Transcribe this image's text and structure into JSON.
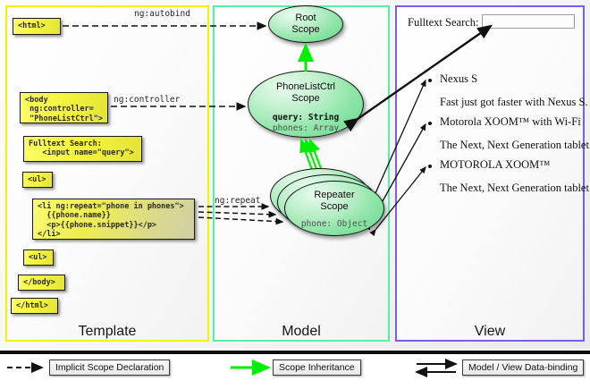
{
  "diagram": {
    "columns": [
      {
        "key": "template",
        "label": "Template",
        "border_color": "#f2f206"
      },
      {
        "key": "model",
        "label": "Model",
        "border_color": "#55f2a6"
      },
      {
        "key": "view",
        "label": "View",
        "border_color": "#7b5cf0"
      }
    ]
  },
  "template": {
    "boxes": [
      {
        "name": "html-open",
        "text": "<html>"
      },
      {
        "name": "body-open",
        "text": "<body\n ng:controller=\n \"PhoneListCtrl\">"
      },
      {
        "name": "fulltext-search",
        "text": "Fulltext Search:\n   <input name=\"query\">"
      },
      {
        "name": "ul-open",
        "text": "<ul>"
      },
      {
        "name": "li-repeat",
        "text": "<li ng:repeat=\"phone in phones\">\n  {{phone.name}}\n  <p>{{phone.snippet}}</p>\n</li>"
      },
      {
        "name": "ul-close",
        "text": "<ul>"
      },
      {
        "name": "body-close",
        "text": "</body>"
      },
      {
        "name": "html-close",
        "text": "</html>"
      }
    ]
  },
  "connectors": {
    "autobind": "ng:autobind",
    "controller": "ng:controller",
    "repeat": "ng:repeat"
  },
  "model": {
    "scopes": [
      {
        "name": "root-scope",
        "title_line1": "Root",
        "title_line2": "Scope",
        "props": []
      },
      {
        "name": "phonelistctrl-scope",
        "title_line1": "PhoneListCtrl",
        "title_line2": "Scope",
        "props": [
          {
            "text": "query: String",
            "emphasis": "strong"
          },
          {
            "text": "phones: Array",
            "emphasis": "dim"
          }
        ]
      },
      {
        "name": "repeater-scope",
        "title_line1": "Repeater",
        "title_line2": "Scope",
        "props": [
          {
            "text": "phone: Object",
            "emphasis": "dim"
          }
        ]
      }
    ]
  },
  "view": {
    "search_label": "Fulltext Search:",
    "search_value": "",
    "items": [
      {
        "title": "Nexus S",
        "snippet": "Fast just got faster with Nexus S."
      },
      {
        "title": "Motorola XOOM™  with Wi-Fi",
        "snippet": "The Next, Next Generation tablet."
      },
      {
        "title": "MOTOROLA XOOM™",
        "snippet": "The Next, Next Generation tablet."
      }
    ]
  },
  "legend": {
    "items": [
      {
        "name": "implicit-scope-declaration",
        "label": "Implicit Scope Declaration",
        "arrow": "dashed",
        "color": "#111111"
      },
      {
        "name": "scope-inheritance",
        "label": "Scope Inheritance",
        "arrow": "solid",
        "color": "#00ee00"
      },
      {
        "name": "model-view-data-binding",
        "label": "Model / View Data-binding",
        "arrow": "double",
        "color": "#111111"
      }
    ]
  },
  "colors": {
    "template_border": "#f2f206",
    "model_border": "#55f2a6",
    "view_border": "#7b5cf0",
    "scope_green": "#8fe5a8",
    "inheritance_green": "#00ee00",
    "code_yellow": "#f6f63b"
  }
}
